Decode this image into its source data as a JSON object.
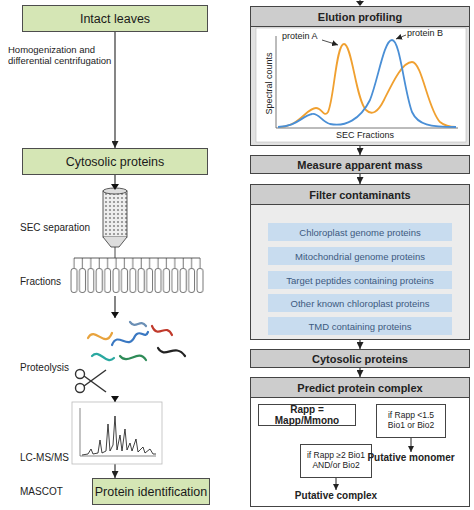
{
  "diagram": {
    "nodes": [
      {
        "text": [
          "Intact leaves"
        ]
      },
      {
        "text": [
          "Cytosolic proteins"
        ]
      },
      {
        "text": [
          "Protein identification"
        ]
      },
      {
        "text": [
          "Elution profiling"
        ]
      },
      {
        "text": [
          "Measure apparent mass"
        ]
      },
      {
        "text": [
          "Filter contaminants"
        ]
      },
      {
        "text": [
          "Chloroplast genome proteins"
        ],
        "in": 5
      },
      {
        "text": [
          "Mitochondrial genome proteins"
        ],
        "in": 5
      },
      {
        "text": [
          "Target peptides containing proteins"
        ],
        "in": 5
      },
      {
        "text": [
          "Other known chloroplast proteins"
        ],
        "in": 5
      },
      {
        "text": [
          "TMD containing proteins"
        ],
        "in": 5
      },
      {
        "text": [
          "Cytosolic proteins"
        ]
      },
      {
        "text": [
          "Predict protein complex"
        ]
      },
      {
        "text": [
          "Rapp = Mapp/Mmono"
        ],
        "in": 12
      },
      {
        "text": [
          "if Rapp <1.5 Bio1 or Bio2"
        ],
        "in": 12
      },
      {
        "text": [
          "if Rapp ≥2 Bio1 AND/or Bio2"
        ],
        "in": 12
      }
    ],
    "edges": [
      {
        "from": 0,
        "to": 1,
        "arrow": "to"
      },
      {
        "from": 1,
        "to": 2,
        "arrow": "to"
      },
      {
        "from": 3,
        "to": 4,
        "arrow": "to"
      },
      {
        "from": 4,
        "to": 5,
        "arrow": "to"
      },
      {
        "from": 5,
        "to": 11,
        "arrow": "to"
      },
      {
        "from": 11,
        "to": 12,
        "arrow": "to"
      },
      {
        "from": 13,
        "to": 14,
        "arrow": "to"
      },
      {
        "from": 13,
        "to": 15,
        "arrow": "to"
      }
    ],
    "labels": [
      "Homogenization and differential centrifugation",
      "SEC separation",
      "Fractions",
      "Proteolysis",
      "LC-MS/MS",
      "MASCOT",
      "Spectral counts",
      "SEC Fractions",
      "protein A",
      "protein B",
      "Putative monomer",
      "Putative complex"
    ]
  }
}
